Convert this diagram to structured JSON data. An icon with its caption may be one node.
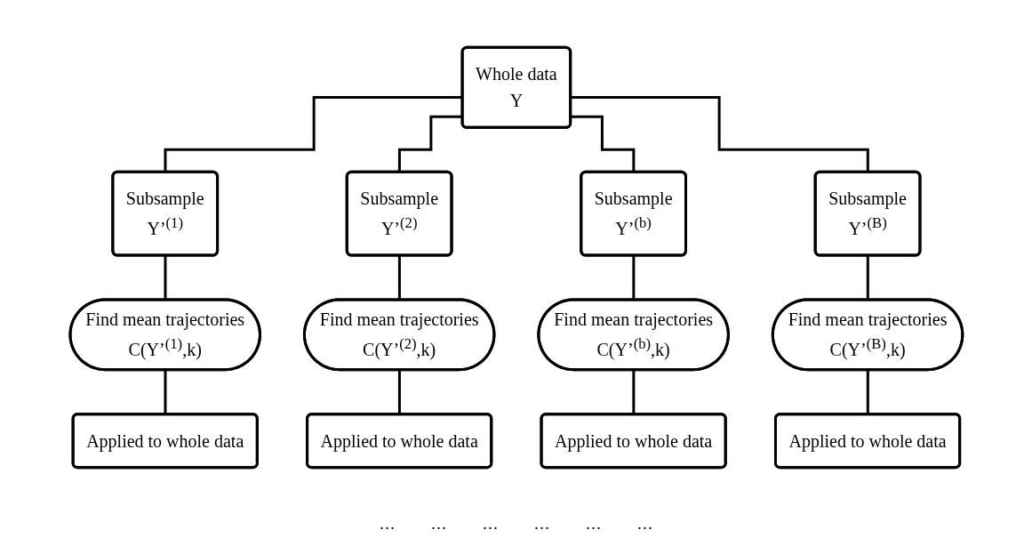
{
  "diagram": {
    "nodes": [
      {
        "text": [
          "Whole data",
          "Y"
        ]
      },
      {
        "text": [
          "Subsample",
          "Y’$^{(1)}$"
        ]
      },
      {
        "text": [
          "Subsample",
          "Y’$^{(2)}$"
        ]
      },
      {
        "text": [
          "Subsample",
          "Y’$^{(b)}$"
        ]
      },
      {
        "text": [
          "Subsample",
          "Y’$^{(B)}$"
        ]
      },
      {
        "text": [
          "Find mean trajectories",
          "C(Y’$^{(1)}$,k)"
        ]
      },
      {
        "text": [
          "Find mean trajectories",
          "C(Y’$^{(2)}$,k)"
        ]
      },
      {
        "text": [
          "Find mean trajectories",
          "C(Y’$^{(b)}$,k)"
        ]
      },
      {
        "text": [
          "Find mean trajectories",
          "C(Y’$^{(B)}$,k)"
        ]
      },
      {
        "text": [
          "Applied to whole data"
        ]
      },
      {
        "text": [
          "Applied to whole data"
        ]
      },
      {
        "text": [
          "Applied to whole data"
        ]
      },
      {
        "text": [
          "Applied to whole data"
        ]
      }
    ],
    "edges": [
      {
        "from": 0,
        "to": 1,
        "arrow": "none"
      },
      {
        "from": 0,
        "to": 2,
        "arrow": "none"
      },
      {
        "from": 0,
        "to": 3,
        "arrow": "none"
      },
      {
        "from": 0,
        "to": 4,
        "arrow": "none"
      },
      {
        "from": 1,
        "to": 5,
        "arrow": "none"
      },
      {
        "from": 2,
        "to": 6,
        "arrow": "none"
      },
      {
        "from": 3,
        "to": 7,
        "arrow": "none"
      },
      {
        "from": 4,
        "to": 8,
        "arrow": "none"
      },
      {
        "from": 5,
        "to": 9,
        "arrow": "none"
      },
      {
        "from": 6,
        "to": 10,
        "arrow": "none"
      },
      {
        "from": 7,
        "to": 11,
        "arrow": "none"
      },
      {
        "from": 8,
        "to": 12,
        "arrow": "none"
      }
    ],
    "labels": [
      "…",
      "…",
      "…",
      "…",
      "…",
      "…"
    ]
  }
}
